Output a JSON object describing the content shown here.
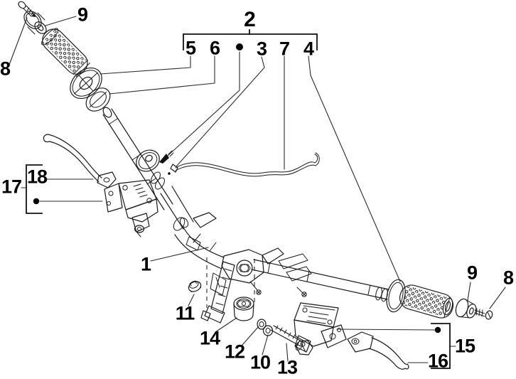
{
  "diagram": {
    "kind": "exploded-parts-diagram-handlebar",
    "background": "#ffffff",
    "line_color": "#1a1a1a",
    "label_color": "#000000"
  },
  "callouts": {
    "n1": {
      "text": "1"
    },
    "n2": {
      "text": "2"
    },
    "n3": {
      "text": "3"
    },
    "n4": {
      "text": "4"
    },
    "n5": {
      "text": "5"
    },
    "n6": {
      "text": "6"
    },
    "n7": {
      "text": "7"
    },
    "n8_left": {
      "text": "8"
    },
    "n9_left": {
      "text": "9"
    },
    "n8_right": {
      "text": "8"
    },
    "n9_right": {
      "text": "9"
    },
    "n10": {
      "text": "10"
    },
    "n11": {
      "text": "11"
    },
    "n12": {
      "text": "12"
    },
    "n13": {
      "text": "13"
    },
    "n14": {
      "text": "14"
    },
    "n15": {
      "text": "15"
    },
    "n16": {
      "text": "16"
    },
    "n17": {
      "text": "17"
    },
    "n18": {
      "text": "18"
    }
  }
}
